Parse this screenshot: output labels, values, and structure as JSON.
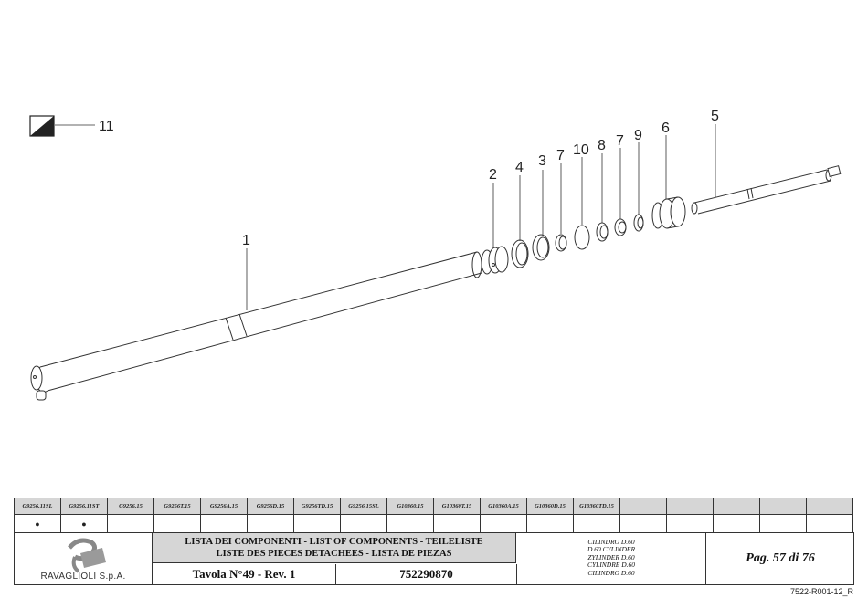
{
  "callouts": {
    "c1": "1",
    "c2": "2",
    "c3": "3",
    "c4": "4",
    "c5": "5",
    "c6": "6",
    "c7a": "7",
    "c7b": "7",
    "c8": "8",
    "c9": "9",
    "c10": "10",
    "c11": "11"
  },
  "model_table": {
    "codes": [
      "G9256.11SL",
      "G9256.11ST",
      "G9256.15",
      "G9256T.15",
      "G9256A.15",
      "G9256D.15",
      "G9256TD.15",
      "G9256.15SL",
      "G10360.15",
      "G10360T.15",
      "G10360A.15",
      "G10360D.15",
      "G10360TD.15",
      "",
      "",
      "",
      "",
      ""
    ],
    "marks": [
      "●",
      "●",
      "",
      "",
      "",
      "",
      "",
      "",
      "",
      "",
      "",
      "",
      "",
      "",
      "",
      "",
      "",
      ""
    ]
  },
  "footer": {
    "company": "RAVAGLIOLI S.p.A.",
    "title_line1": "LISTA DEI COMPONENTI - LIST OF COMPONENTS - TEILELISTE",
    "title_line2": "LISTE DES PIECES DETACHEES - LISTA DE PIEZAS",
    "tavola": "Tavola N°49 - Rev. 1",
    "part_number": "752290870",
    "descriptions": [
      "CILINDRO D.60",
      "D.60 CYLINDER",
      "ZYLINDER D.60",
      "CYLINDRE D.60",
      "CILINDRO D.60"
    ],
    "page": "Pag. 57 di 76",
    "doc_ref": "7522-R001-12_R"
  },
  "colors": {
    "header_fill": "#d6d6d6",
    "line": "#333333"
  }
}
